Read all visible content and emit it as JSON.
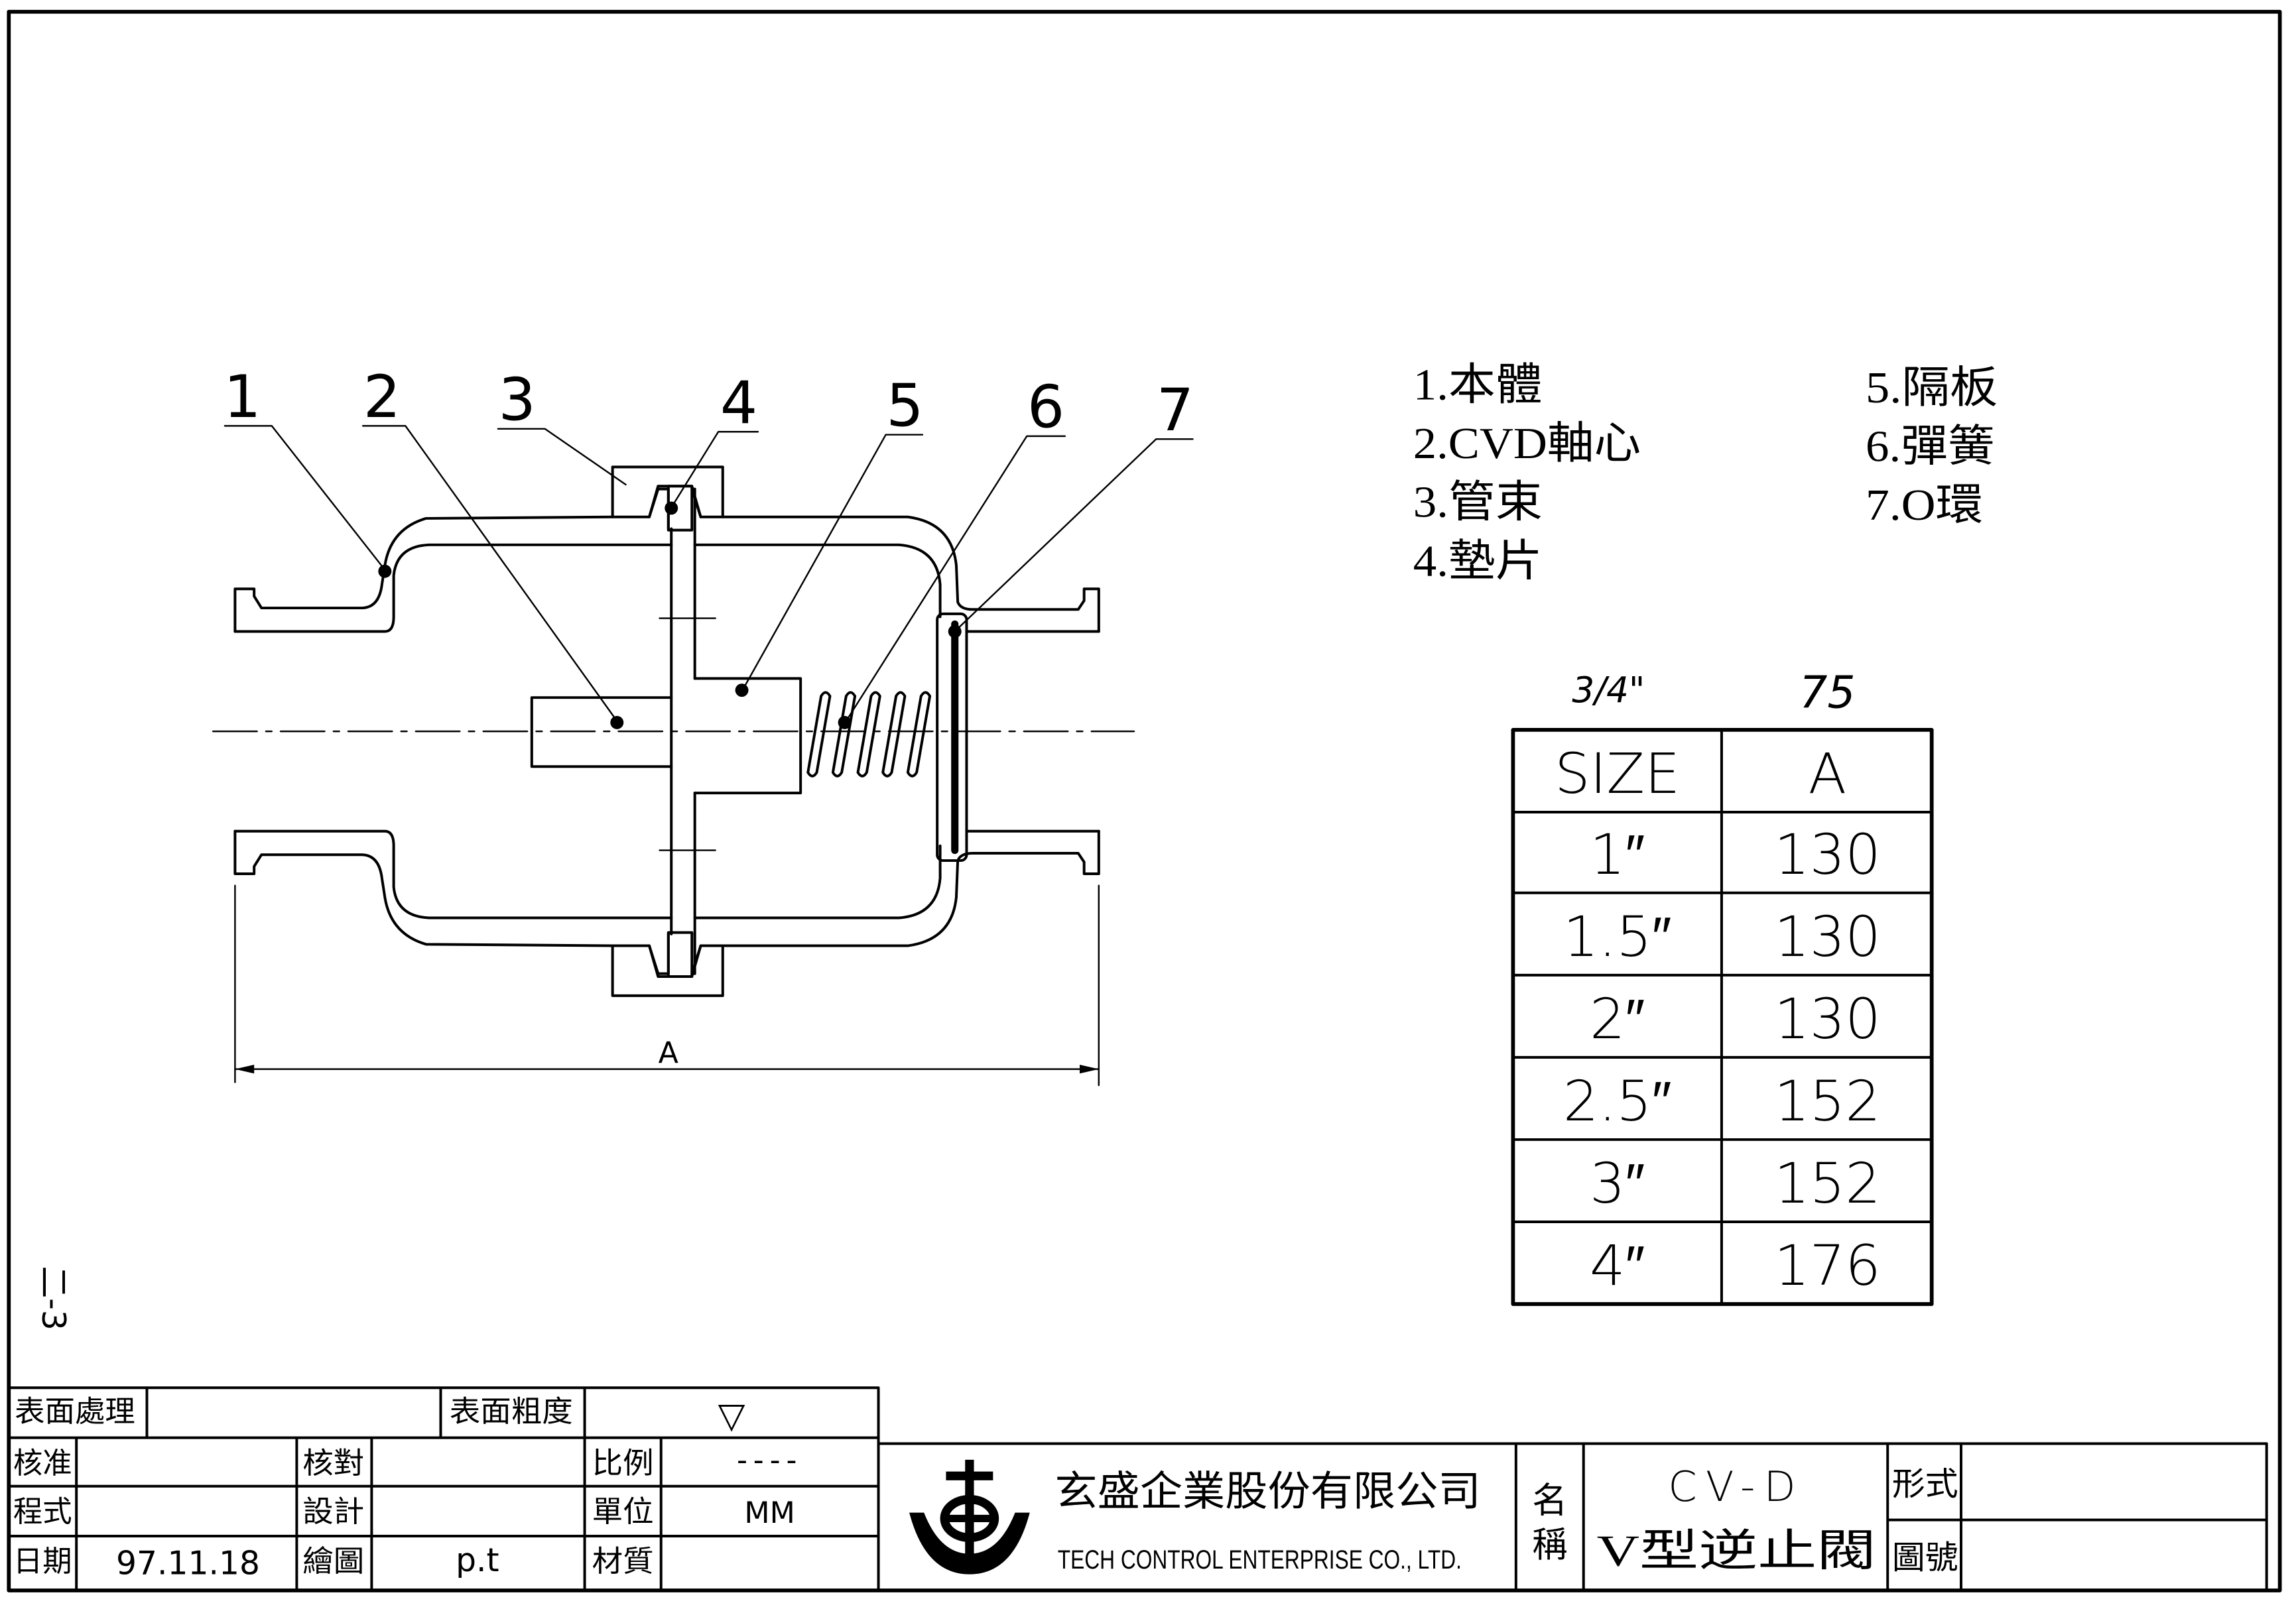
{
  "callouts": [
    "1",
    "2",
    "3",
    "4",
    "5",
    "6",
    "7"
  ],
  "parts_list": [
    "1.本體",
    "2.CVD軸心",
    "3.管束",
    "4.墊片",
    "5.隔板",
    "6.彈簧",
    "7.O環"
  ],
  "handwritten": {
    "size": "3/4\"",
    "dimension": "75"
  },
  "overall_length_label": "A",
  "size_table": {
    "headers": [
      "SIZE",
      "A"
    ],
    "rows": [
      [
        "1″",
        "130"
      ],
      [
        "1.5″",
        "130"
      ],
      [
        "2″",
        "130"
      ],
      [
        "2.5″",
        "152"
      ],
      [
        "3″",
        "152"
      ],
      [
        "4″",
        "176"
      ]
    ]
  },
  "page_number": "二-3",
  "title_block": {
    "surface_treatment_label": "表面處理",
    "surface_roughness_label": "表面粗度",
    "surface_roughness_value": "▽",
    "approved_label": "核准",
    "checked_label": "核對",
    "scale_label": "比例",
    "scale_value": "----",
    "program_label": "程式",
    "design_label": "設計",
    "unit_label": "單位",
    "unit_value": "MM",
    "date_label": "日期",
    "date_value": "97.11.18",
    "drawn_label": "繪圖",
    "drawn_value": "p.t",
    "material_label": "材質"
  },
  "company": {
    "name_zh": "玄盛企業股份有限公司",
    "name_en": "TECH CONTROL ENTERPRISE CO., LTD."
  },
  "name_field": {
    "label_line1": "名",
    "label_line2": "稱",
    "model": "CV-D",
    "product_name": "V型逆止閥"
  },
  "type_label": "形式",
  "drawing_number_label": "圖號",
  "colors": {
    "ink": "#000000",
    "paper": "#ffffff"
  },
  "icons": {
    "logo": "company-logo"
  }
}
